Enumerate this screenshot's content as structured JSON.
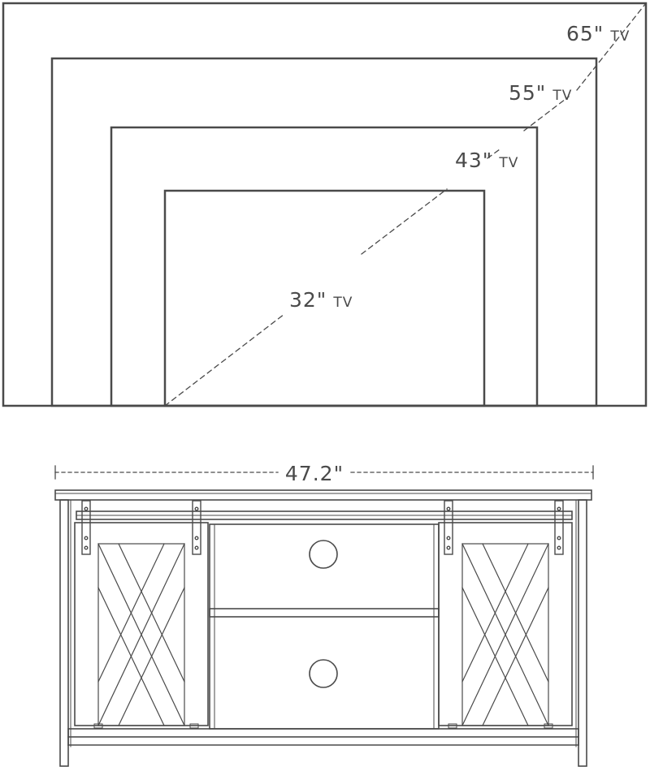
{
  "tv_sizes": [
    {
      "size": "65\"",
      "unit": "TV"
    },
    {
      "size": "55\"",
      "unit": "TV"
    },
    {
      "size": "43\"",
      "unit": "TV"
    },
    {
      "size": "32\"",
      "unit": "TV"
    }
  ],
  "stand": {
    "width_label": "47.2\""
  },
  "colors": {
    "line": "#4a4a4a",
    "background": "#ffffff"
  }
}
